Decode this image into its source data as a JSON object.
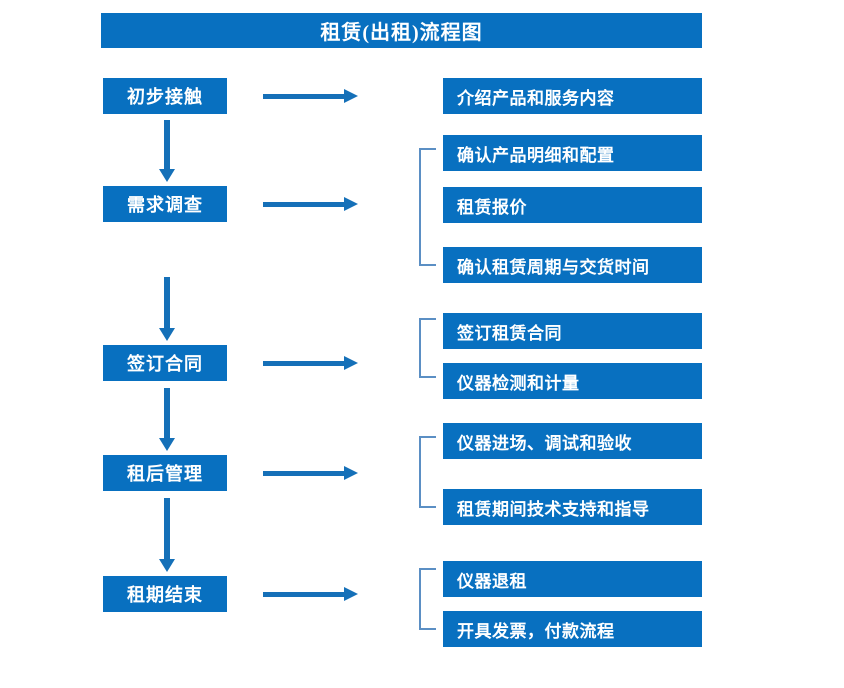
{
  "diagram": {
    "title": "租赁(出租)流程图",
    "accent_color": "#0870c0",
    "arrow_color": "#1570b8",
    "bracket_color": "#5b8fc4",
    "background_color": "#ffffff",
    "stages": [
      {
        "label": "初步接触"
      },
      {
        "label": "需求调查"
      },
      {
        "label": "签订合同"
      },
      {
        "label": "租后管理"
      },
      {
        "label": "租期结束"
      }
    ],
    "details": [
      {
        "label": "介绍产品和服务内容"
      },
      {
        "label": "确认产品明细和配置"
      },
      {
        "label": "租赁报价"
      },
      {
        "label": "确认租赁周期与交货时间"
      },
      {
        "label": "签订租赁合同"
      },
      {
        "label": "仪器检测和计量"
      },
      {
        "label": "仪器进场、调试和验收"
      },
      {
        "label": "租赁期间技术支持和指导"
      },
      {
        "label": "仪器退租"
      },
      {
        "label": "开具发票，付款流程"
      }
    ]
  }
}
